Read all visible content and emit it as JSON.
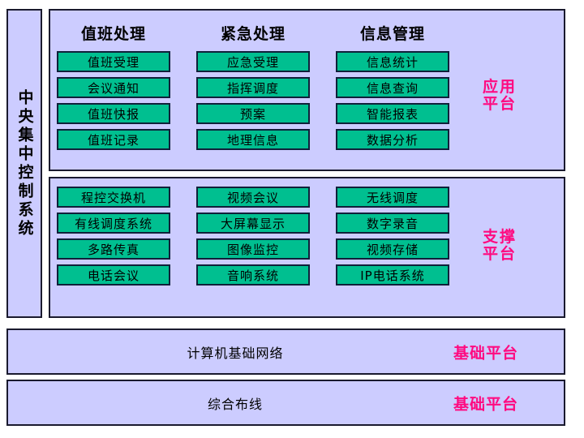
{
  "sidebar": {
    "label": "中央集中控制系统"
  },
  "platforms": [
    {
      "key": "application",
      "caption": "应用\n平台",
      "caption_lines": [
        "应用",
        "平台"
      ],
      "columns": [
        {
          "header": "值班处理",
          "items": [
            "值班受理",
            "会议通知",
            "值班快报",
            "值班记录"
          ]
        },
        {
          "header": "紧急处理",
          "items": [
            "应急受理",
            "指挥调度",
            "预案",
            "地理信息"
          ]
        },
        {
          "header": "信息管理",
          "items": [
            "信息统计",
            "信息查询",
            "智能报表",
            "数据分析"
          ]
        }
      ]
    },
    {
      "key": "support",
      "caption": "支撑\n平台",
      "caption_lines": [
        "支撑",
        "平台"
      ],
      "columns": [
        {
          "header": "",
          "items": [
            "程控交换机",
            "有线调度系统",
            "多路传真",
            "电话会议"
          ]
        },
        {
          "header": "",
          "items": [
            "视频会议",
            "大屏幕显示",
            "图像监控",
            "音响系统"
          ]
        },
        {
          "header": "",
          "items": [
            "无线调度",
            "数字录音",
            "视频存储",
            "IP电话系统"
          ]
        }
      ]
    }
  ],
  "bars": [
    {
      "title": "计算机基础网络",
      "caption": "基础平台"
    },
    {
      "title": "综合布线",
      "caption": "基础平台"
    }
  ],
  "colors": {
    "panel_fill": "#ccccff",
    "panel_border": "#1a1a2e",
    "item_fill": "#00bf90",
    "item_border": "#10203a",
    "caption_pink": "#ff0a80",
    "text_black": "#000000"
  }
}
